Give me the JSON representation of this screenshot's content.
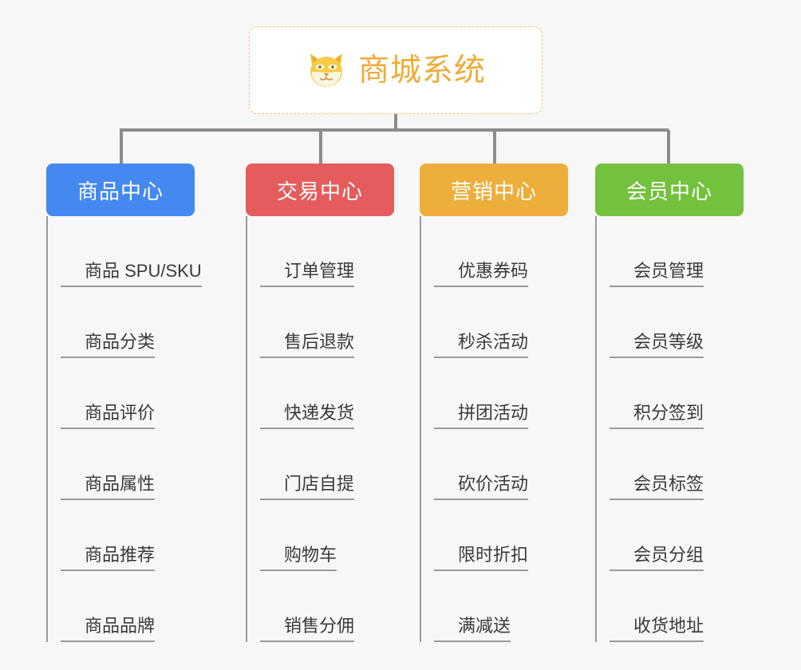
{
  "diagram": {
    "type": "organization-tree",
    "background_color": "#f7f7f7",
    "root": {
      "title": "商城系统",
      "icon": "shiba-dog-face-icon",
      "text_color": "#f0ab38",
      "border_color": "#f0c070",
      "background_color": "#ffffff"
    },
    "connector_color": "#8c8c8c",
    "branches": [
      {
        "label": "商品中心",
        "color": "#4588f0",
        "items": [
          "商品 SPU/SKU",
          "商品分类",
          "商品评价",
          "商品属性",
          "商品推荐",
          "商品品牌"
        ]
      },
      {
        "label": "交易中心",
        "color": "#e45c5c",
        "items": [
          "订单管理",
          "售后退款",
          "快递发货",
          "门店自提",
          "购物车",
          "销售分佣"
        ]
      },
      {
        "label": "营销中心",
        "color": "#edae3b",
        "items": [
          "优惠券码",
          "秒杀活动",
          "拼团活动",
          "砍价活动",
          "限时折扣",
          "满减送"
        ]
      },
      {
        "label": "会员中心",
        "color": "#73c13d",
        "items": [
          "会员管理",
          "会员等级",
          "积分签到",
          "会员标签",
          "会员分组",
          "收货地址"
        ]
      }
    ]
  }
}
